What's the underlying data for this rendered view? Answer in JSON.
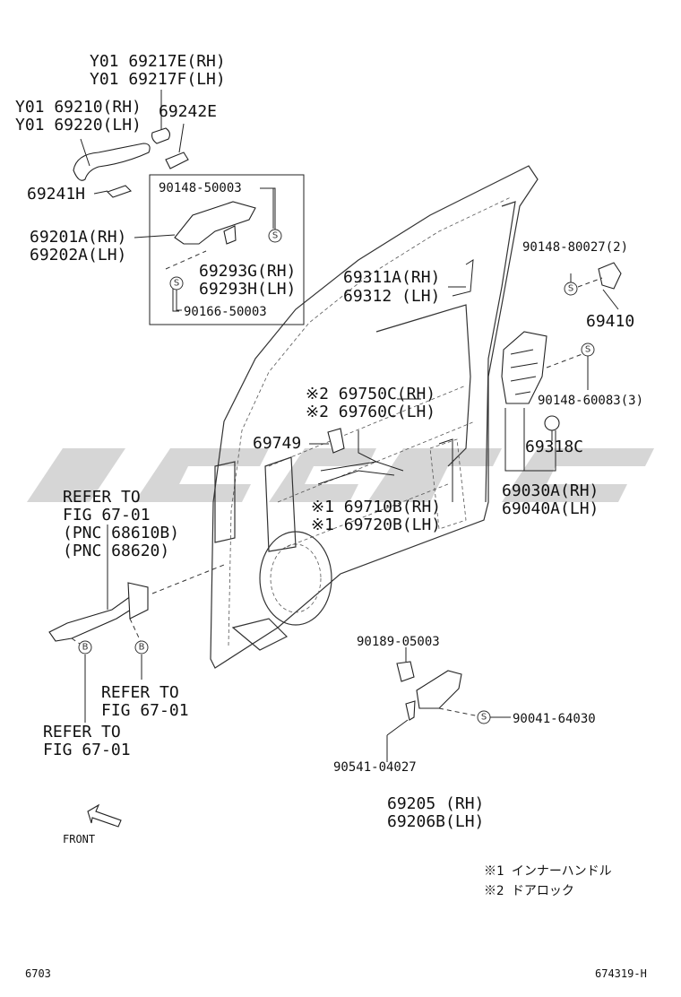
{
  "labels": {
    "p69217e": "Y01 69217E(RH)",
    "p69217f": "Y01 69217F(LH)",
    "p69210": "Y01 69210(RH)",
    "p69220": "Y01 69220(LH)",
    "p69242e": "69242E",
    "p69241h": "69241H",
    "p90148_50003": "90148-50003",
    "p69201a": "69201A(RH)",
    "p69202a": "69202A(LH)",
    "p69293g": "69293G(RH)",
    "p69293h": "69293H(LH)",
    "p90166": "90166-50003",
    "p90148_80027": "90148-80027(2)",
    "p69410": "69410",
    "p69311a": "69311A(RH)",
    "p69312": "69312  (LH)",
    "p90148_60083": "90148-60083(3)",
    "p69750c": "※2 69750C(RH)",
    "p69760c": "※2 69760C(LH)",
    "p69749": "69749",
    "p69318c": "69318C",
    "p69030a": "69030A(RH)",
    "p69040a": "69040A(LH)",
    "p69710b": "※1 69710B(RH)",
    "p69720b": "※1 69720B(LH)",
    "refer1_a": "REFER TO",
    "refer1_b": "FIG 67-01",
    "refer1_c": "(PNC 68610B)",
    "refer1_d": "(PNC 68620)",
    "refer2_a": "REFER TO",
    "refer2_b": "FIG 67-01",
    "refer3_a": "REFER TO",
    "refer3_b": "FIG 67-01",
    "p90189": "90189-05003",
    "p90041": "90041-64030",
    "p90541": "90541-04027",
    "p69205": "69205  (RH)",
    "p69206b": "69206B(LH)",
    "front": "FRONT",
    "note1": "※1 インナーハンドル",
    "note2": "※2 ドアロック",
    "fig_no": "6703",
    "ref_no": "674319-H",
    "marker_s": "S",
    "marker_b": "B"
  }
}
